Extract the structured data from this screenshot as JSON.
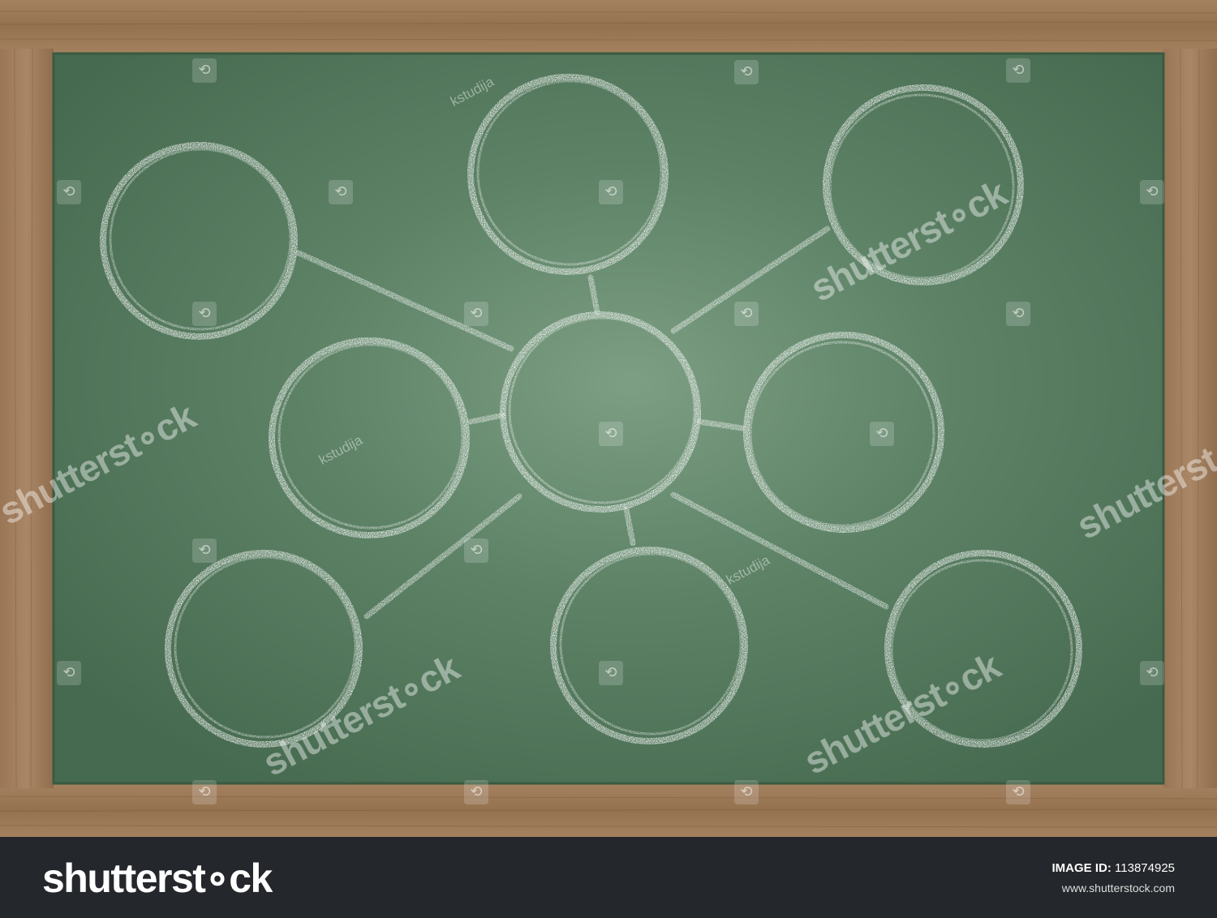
{
  "colors": {
    "board": "#4e7356",
    "board_light": "#7a9e80",
    "frame_wood": "#9c7a58",
    "frame_dark": "#6e5238",
    "chalk": "#ffffff",
    "footer_bg": "#24272b"
  },
  "diagram": {
    "type": "mind-map",
    "center_node": "node-center",
    "nodes": [
      {
        "id": "node-center",
        "label": ""
      },
      {
        "id": "node-top-left",
        "label": ""
      },
      {
        "id": "node-top",
        "label": ""
      },
      {
        "id": "node-top-right",
        "label": ""
      },
      {
        "id": "node-left",
        "label": ""
      },
      {
        "id": "node-right",
        "label": ""
      },
      {
        "id": "node-bottom-left",
        "label": ""
      },
      {
        "id": "node-bottom",
        "label": ""
      },
      {
        "id": "node-bottom-right",
        "label": ""
      }
    ],
    "edges": [
      [
        "node-center",
        "node-top-left"
      ],
      [
        "node-center",
        "node-top"
      ],
      [
        "node-center",
        "node-top-right"
      ],
      [
        "node-center",
        "node-left"
      ],
      [
        "node-center",
        "node-right"
      ],
      [
        "node-center",
        "node-bottom-left"
      ],
      [
        "node-center",
        "node-bottom"
      ],
      [
        "node-center",
        "node-bottom-right"
      ]
    ]
  },
  "watermarks": {
    "brand": "shutterst∘ck",
    "author": "kstudija",
    "mark_icon": "shutterstock-mark-icon"
  },
  "footer": {
    "logo_text": "shutterst∘ck",
    "image_id_label": "IMAGE ID:",
    "image_id": "113874925",
    "site": "www.shutterstock.com"
  }
}
